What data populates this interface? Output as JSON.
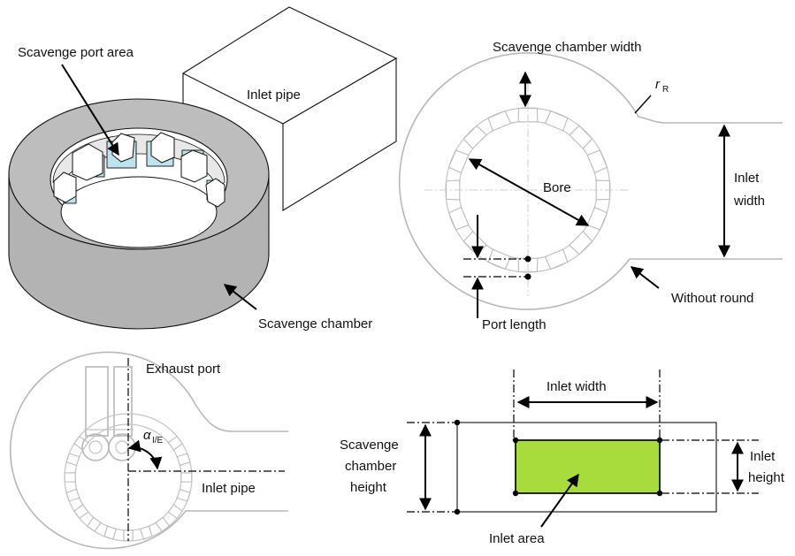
{
  "labels": {
    "scavenge_port_area": "Scavenge port area",
    "inlet_pipe_top": "Inlet pipe",
    "scavenge_chamber": "Scavenge chamber",
    "scavenge_chamber_width": "Scavenge chamber width",
    "r": "r",
    "r_sub": "R",
    "bore": "Bore",
    "inlet_width_line1": "Inlet",
    "inlet_width_line2": "width",
    "port_length": "Port length",
    "without_round": "Without round",
    "exhaust_port": "Exhaust port",
    "alpha": "α",
    "alpha_sub": "I/E",
    "inlet_pipe_bottom": "Inlet pipe",
    "inlet_width_bottom": "Inlet width",
    "scavenge_chamber_height_line1": "Scavenge",
    "scavenge_chamber_height_line2": "chamber",
    "scavenge_chamber_height_line3": "height",
    "inlet_height_line1": "Inlet",
    "inlet_height_line2": "height",
    "inlet_area": "Inlet area"
  },
  "colors": {
    "chamber_gray": "#b3b3b3",
    "port_blue": "#bfe3ee",
    "inlet_area_green": "#a8dc3c",
    "outline_gray": "#b8b8b8",
    "ink": "#111111"
  }
}
